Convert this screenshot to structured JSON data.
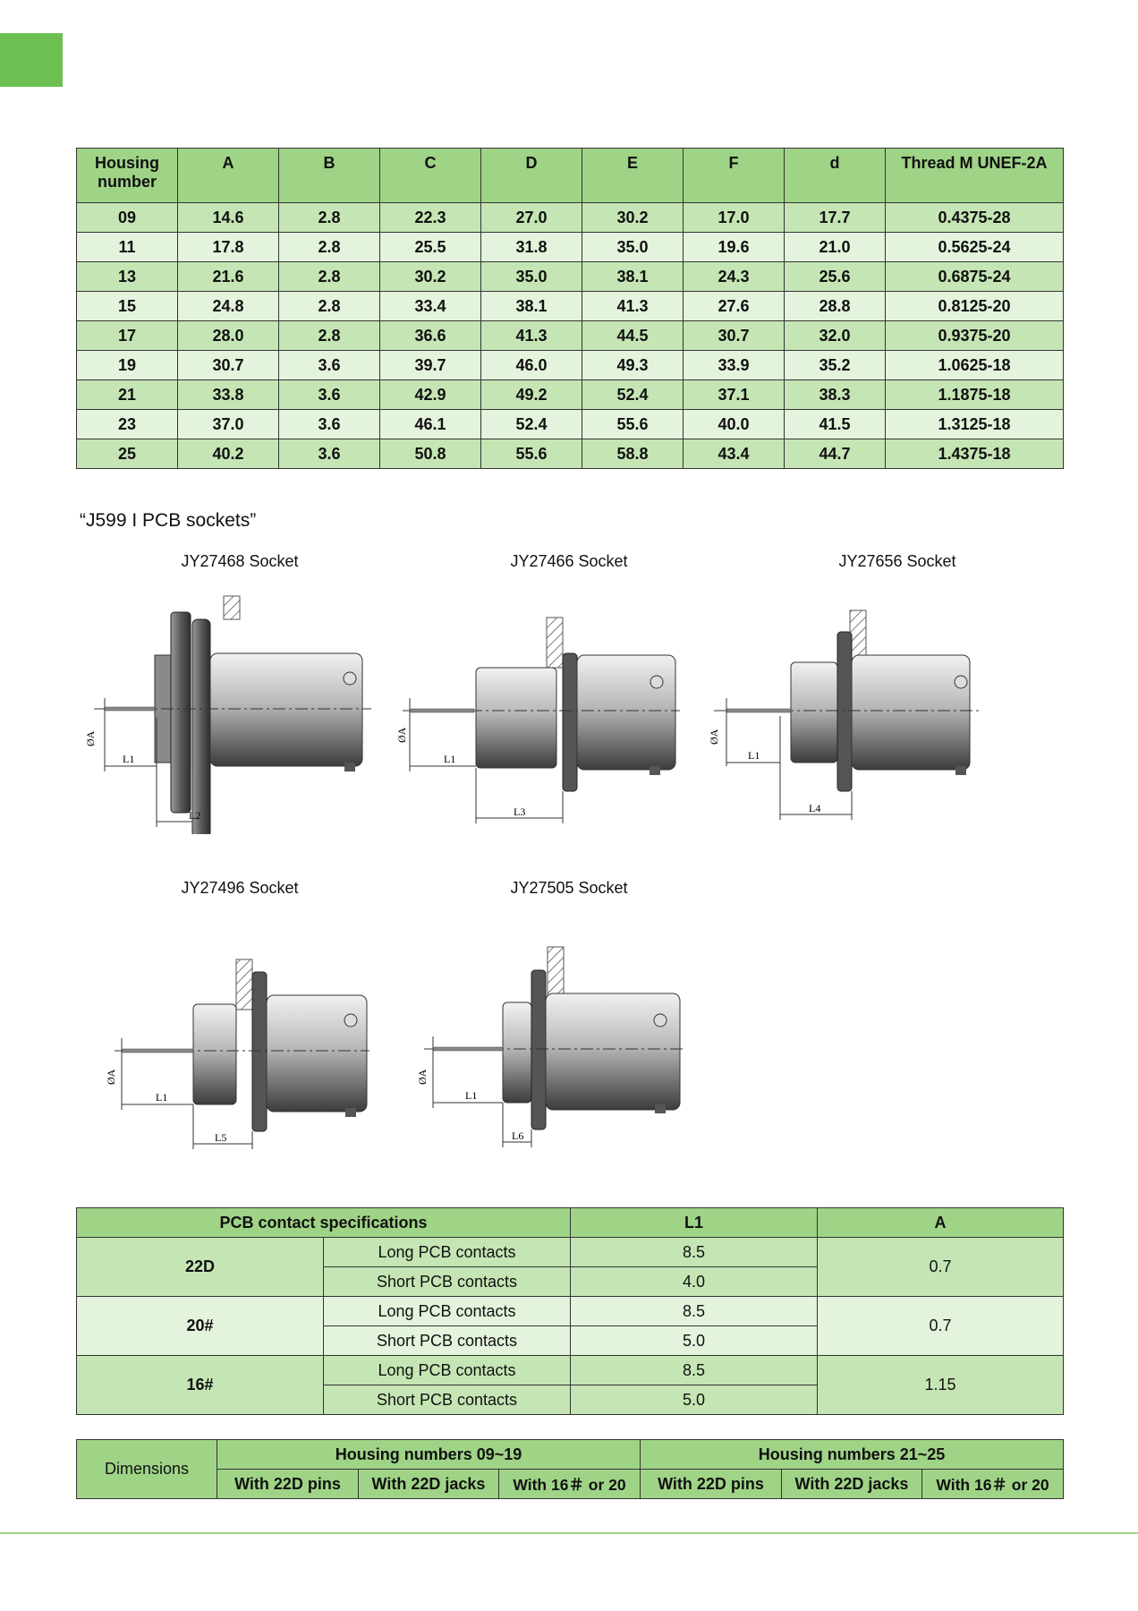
{
  "dimension_table": {
    "headers": [
      "Housing number",
      "A",
      "B",
      "C",
      "D",
      "E",
      "F",
      "d",
      "Thread M UNEF-2A"
    ],
    "rows": [
      [
        "09",
        "14.6",
        "2.8",
        "22.3",
        "27.0",
        "30.2",
        "17.0",
        "17.7",
        "0.4375-28"
      ],
      [
        "11",
        "17.8",
        "2.8",
        "25.5",
        "31.8",
        "35.0",
        "19.6",
        "21.0",
        "0.5625-24"
      ],
      [
        "13",
        "21.6",
        "2.8",
        "30.2",
        "35.0",
        "38.1",
        "24.3",
        "25.6",
        "0.6875-24"
      ],
      [
        "15",
        "24.8",
        "2.8",
        "33.4",
        "38.1",
        "41.3",
        "27.6",
        "28.8",
        "0.8125-20"
      ],
      [
        "17",
        "28.0",
        "2.8",
        "36.6",
        "41.3",
        "44.5",
        "30.7",
        "32.0",
        "0.9375-20"
      ],
      [
        "19",
        "30.7",
        "3.6",
        "39.7",
        "46.0",
        "49.3",
        "33.9",
        "35.2",
        "1.0625-18"
      ],
      [
        "21",
        "33.8",
        "3.6",
        "42.9",
        "49.2",
        "52.4",
        "37.1",
        "38.3",
        "1.1875-18"
      ],
      [
        "23",
        "37.0",
        "3.6",
        "46.1",
        "52.4",
        "55.6",
        "40.0",
        "41.5",
        "1.3125-18"
      ],
      [
        "25",
        "40.2",
        "3.6",
        "50.8",
        "55.6",
        "58.8",
        "43.4",
        "44.7",
        "1.4375-18"
      ]
    ]
  },
  "section_title": "“J599 I PCB sockets”",
  "sockets": [
    {
      "caption": "JY27468 Socket",
      "dim_label": "L2"
    },
    {
      "caption": "JY27466 Socket",
      "dim_label": "L3"
    },
    {
      "caption": "JY27656 Socket",
      "dim_label": "L4"
    },
    {
      "caption": "JY27496 Socket",
      "dim_label": "L5"
    },
    {
      "caption": "JY27505 Socket",
      "dim_label": "L6"
    }
  ],
  "drawing_labels": {
    "diameter": "ØA",
    "l1": "L1"
  },
  "pcb_table": {
    "header": [
      "PCB contact specifications",
      "L1",
      "A"
    ],
    "groups": [
      {
        "size": "22D",
        "long_label": "Long PCB contacts",
        "long_l1": "8.5",
        "short_label": "Short PCB contacts",
        "short_l1": "4.0",
        "a": "0.7"
      },
      {
        "size": "20#",
        "long_label": "Long PCB contacts",
        "long_l1": "8.5",
        "short_label": "Short PCB contacts",
        "short_l1": "5.0",
        "a": "0.7"
      },
      {
        "size": "16#",
        "long_label": "Long PCB contacts",
        "long_l1": "8.5",
        "short_label": "Short PCB contacts",
        "short_l1": "5.0",
        "a": "1.15"
      }
    ]
  },
  "dims_table": {
    "label": "Dimensions",
    "group1": "Housing numbers 09~19",
    "group2": "Housing numbers 21~25",
    "cols": [
      "With 22D pins",
      "With 22D jacks",
      "With 16＃ or 20",
      "With 22D pins",
      "With 22D jacks",
      "With 16＃ or 20"
    ]
  },
  "colors": {
    "header_green": "#9fd487",
    "row_green": "#c5e6b4",
    "row_light": "#e4f3dc",
    "accent": "#6dbf52"
  }
}
